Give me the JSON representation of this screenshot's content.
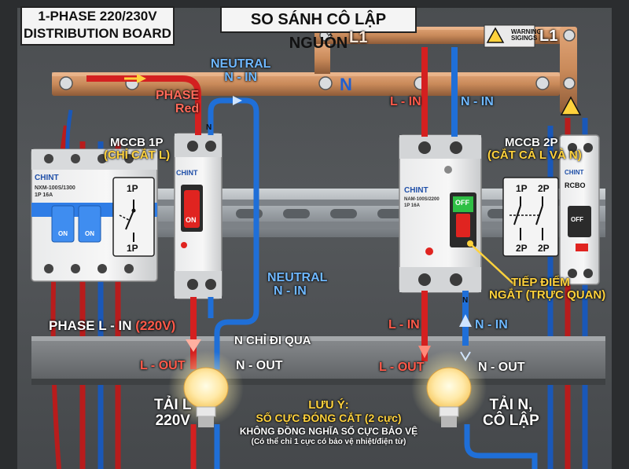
{
  "board_title": {
    "line1": "1-PHASE 220/230V",
    "line2": "DISTRIBUTION BOARD"
  },
  "main_title": "SO SÁNH CÔ LẬP NGUỒN",
  "warning_sign": {
    "line1": "WARNING",
    "line2": "SIGINGS"
  },
  "busbar_labels": {
    "l1_left": "L1",
    "l1_right": "L1",
    "n": "N"
  },
  "left": {
    "neutral_in_top": {
      "line1": "NEUTRAL",
      "line2": "N - IN"
    },
    "phase_red": {
      "line1": "PHASE",
      "line2": "Red"
    },
    "mccb_title": {
      "line1": "MCCB 1P",
      "line2": "(CHỈ CẮT L)"
    },
    "mccb_n_mark": "N",
    "mccb_on_label": "ON",
    "mccb_brand": "CHINT",
    "rcd_brand": "CHINT",
    "rcd_model": "NXM-100S/1300",
    "rcd_rating": "1P 16A",
    "rcd_on1": "ON",
    "rcd_on2": "ON",
    "symbol_top": "1P",
    "symbol_bottom": "1P",
    "neutral_in_mid": {
      "line1": "NEUTRAL",
      "line2": "N - IN"
    },
    "phase_in": {
      "prefix": "PHASE L - IN",
      "voltage": "(220V)"
    },
    "n_pass": "N CHỈ ĐI QUA",
    "l_out": "L - OUT",
    "n_out": "N - OUT",
    "load": {
      "line1": "TẢI L",
      "line2": "220V"
    }
  },
  "right": {
    "l_in_top": "L - IN",
    "n_in_top": "N - IN",
    "mccb_title": {
      "line1": "MCCB 2P",
      "line2": "(CẮT CẢ L VÀ N)"
    },
    "mccb_brand": "CHINT",
    "mccb_model": "NAM-100S/2200",
    "mccb_rating": "1P 16A",
    "mccb_off_label": "OFF",
    "symbol_tl": "1P",
    "symbol_tr": "2P",
    "symbol_bl": "2P",
    "symbol_br": "2P",
    "rcbo_brand": "CHINT",
    "rcbo_label": "RCBO",
    "rcbo_off": "OFF",
    "contact_note": {
      "line1": "TIẾP ĐIỂM",
      "line2": "NGẮT (TRỰC QUAN)"
    },
    "l_in_low": "L - IN",
    "n_in_low": "N - IN",
    "n_mark": "N",
    "l_out": "L - OUT",
    "n_out": "N - OUT",
    "load": {
      "line1": "TẢI N,",
      "line2": "CÔ LẬP"
    }
  },
  "note": {
    "title": "LƯU Ý:",
    "line1": "SỐ CỰC ĐÓNG CẮT (2 cực)",
    "line2": "KHÔNG ĐỒNG NGHĨA SỐ CỰC BẢO VỆ",
    "line3": "(Có thể chỉ 1 cực có bảo vệ nhiệt/điện từ)"
  },
  "colors": {
    "phase": "#d42020",
    "neutral": "#1f6fd8",
    "busbar": "#c98a5a",
    "label_yellow": "#ffd23c",
    "label_blue": "#6fb8ff"
  }
}
